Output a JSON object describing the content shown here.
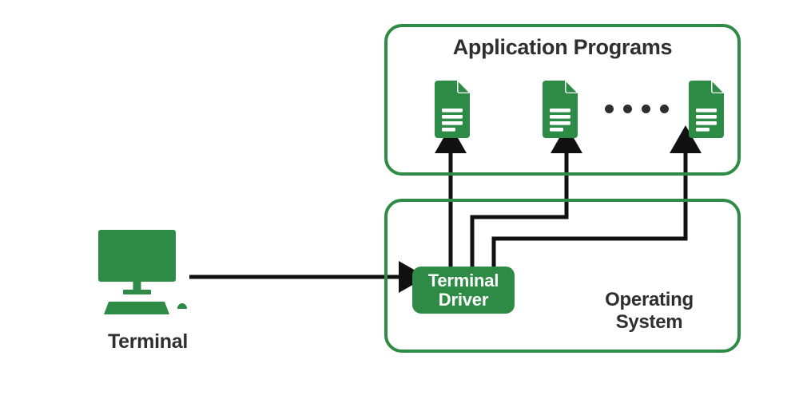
{
  "diagram": {
    "title": "Terminal Driver / Application Programs architecture",
    "colors": {
      "green": "#2e8b45",
      "dark_text": "#2f2f2f",
      "connector": "#111111",
      "white": "#ffffff"
    }
  },
  "application_programs_box": {
    "title": "Application Programs",
    "programs": [
      {
        "index": 1,
        "icon": "document-icon"
      },
      {
        "index": 2,
        "icon": "document-icon"
      },
      {
        "index": 3,
        "icon": "document-icon"
      }
    ],
    "ellipsis": {
      "icon": "ellipsis-dots-icon",
      "dot_count": 4,
      "meaning": "more application programs"
    }
  },
  "operating_system_box": {
    "title": "Operating\nSystem",
    "terminal_driver": {
      "label": "Terminal\nDriver",
      "icon": "terminal-driver-node"
    }
  },
  "terminal": {
    "label": "Terminal",
    "icon": "monitor-icon"
  },
  "connections": [
    {
      "id": "terminal-to-driver",
      "from": "terminal",
      "to": "terminal-driver",
      "style": "straight-arrow",
      "direction": "right"
    },
    {
      "id": "driver-to-program-1",
      "from": "terminal-driver",
      "to": "program-1",
      "style": "elbow-arrow",
      "direction": "up"
    },
    {
      "id": "driver-to-program-2",
      "from": "terminal-driver",
      "to": "program-2",
      "style": "elbow-arrow",
      "direction": "up"
    },
    {
      "id": "driver-to-program-3",
      "from": "terminal-driver",
      "to": "program-3",
      "style": "elbow-arrow",
      "direction": "up"
    }
  ]
}
